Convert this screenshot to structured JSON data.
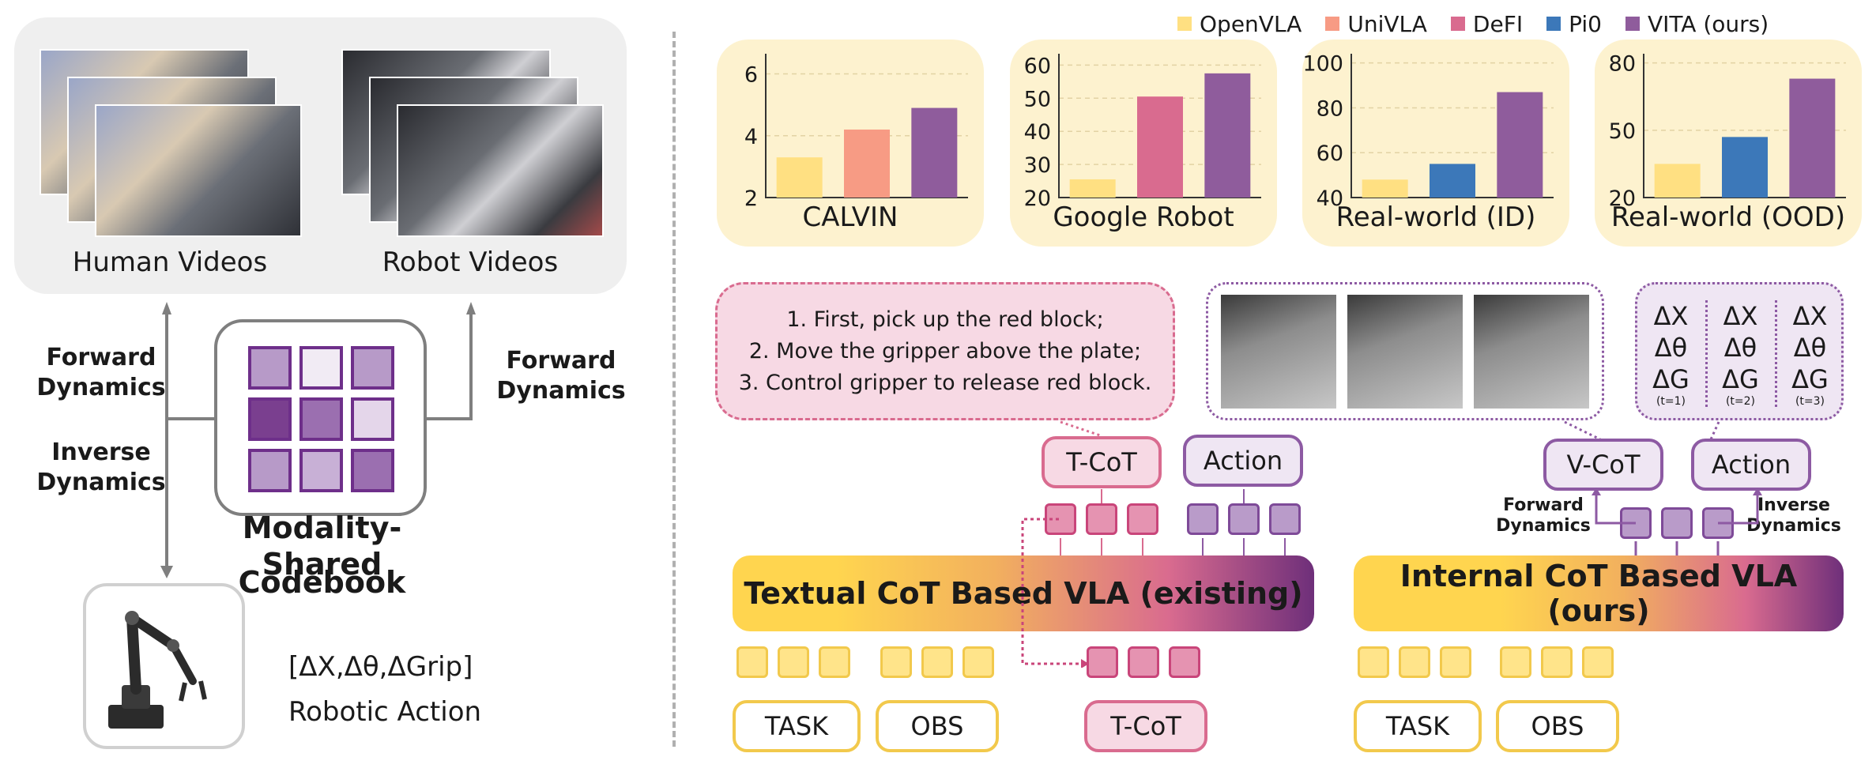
{
  "left": {
    "human_label": "Human Videos",
    "robot_label": "Robot Videos",
    "forward_left": "Forward Dynamics",
    "inverse_left": "Inverse Dynamics",
    "forward_right": "Forward Dynamics",
    "codebook_title_1": "Modality-Shared",
    "codebook_title_2": "Codebook",
    "action_vec": "[ΔX,Δθ,ΔGrip]",
    "action_label": "Robotic Action"
  },
  "legend": [
    {
      "name": "OpenVLA",
      "color": "#ffe082"
    },
    {
      "name": "UniVLA",
      "color": "#f79b84"
    },
    {
      "name": "DeFI",
      "color": "#d96b8f"
    },
    {
      "name": "Pi0",
      "color": "#3c78b9"
    },
    {
      "name": "VITA (ours)",
      "color": "#8f5c9c"
    }
  ],
  "chart_data": [
    {
      "type": "bar",
      "title": "CALVIN",
      "yticks": [
        "6",
        "4",
        "2"
      ],
      "ylim": [
        2,
        6.5
      ],
      "series": [
        {
          "name": "OpenVLA",
          "value": 3.3,
          "color": "#ffe082"
        },
        {
          "name": "UniVLA",
          "value": 4.2,
          "color": "#f79b84"
        },
        {
          "name": "VITA (ours)",
          "value": 4.9,
          "color": "#8f5c9c"
        }
      ]
    },
    {
      "type": "bar",
      "title": "Google Robot",
      "yticks": [
        "60",
        "50",
        "40",
        "30",
        "20"
      ],
      "ylim": [
        20,
        62
      ],
      "series": [
        {
          "name": "OpenVLA",
          "value": 25.5,
          "color": "#ffe082"
        },
        {
          "name": "DeFI",
          "value": 50.5,
          "color": "#d96b8f"
        },
        {
          "name": "VITA (ours)",
          "value": 57.5,
          "color": "#8f5c9c"
        }
      ]
    },
    {
      "type": "bar",
      "title": "Real-world (ID)",
      "yticks": [
        "100",
        "80",
        "60",
        "40"
      ],
      "ylim": [
        40,
        102
      ],
      "series": [
        {
          "name": "OpenVLA",
          "value": 48,
          "color": "#ffe082"
        },
        {
          "name": "Pi0",
          "value": 55,
          "color": "#3c78b9"
        },
        {
          "name": "VITA (ours)",
          "value": 87,
          "color": "#8f5c9c"
        }
      ]
    },
    {
      "type": "bar",
      "title": "Real-world (OOD)",
      "yticks": [
        "80",
        "50",
        "20"
      ],
      "ylim": [
        20,
        82
      ],
      "series": [
        {
          "name": "OpenVLA",
          "value": 35,
          "color": "#ffe082"
        },
        {
          "name": "Pi0",
          "value": 47,
          "color": "#3c78b9"
        },
        {
          "name": "VITA (ours)",
          "value": 73,
          "color": "#8f5c9c"
        }
      ]
    }
  ],
  "textual": {
    "steps": [
      "1. First, pick up the red block;",
      "2. Move the gripper above the plate;",
      "3. Control gripper to release red block."
    ],
    "tcot_top": "T-CoT",
    "action_top": "Action",
    "vla": "Textual CoT Based VLA (existing)",
    "task": "TASK",
    "obs": "OBS",
    "tcot_bottom": "T-CoT"
  },
  "internal": {
    "vcot": "V-CoT",
    "action": "Action",
    "forward": "Forward Dynamics",
    "inverse": "Inverse Dynamics",
    "vla": "Internal CoT Based VLA (ours)",
    "task": "TASK",
    "obs": "OBS",
    "deltas": [
      {
        "x": "ΔX",
        "t": "Δθ",
        "g": "ΔG",
        "step": "(t=1)"
      },
      {
        "x": "ΔX",
        "t": "Δθ",
        "g": "ΔG",
        "step": "(t=2)"
      },
      {
        "x": "ΔX",
        "t": "Δθ",
        "g": "ΔG",
        "step": "(t=3)"
      }
    ]
  }
}
